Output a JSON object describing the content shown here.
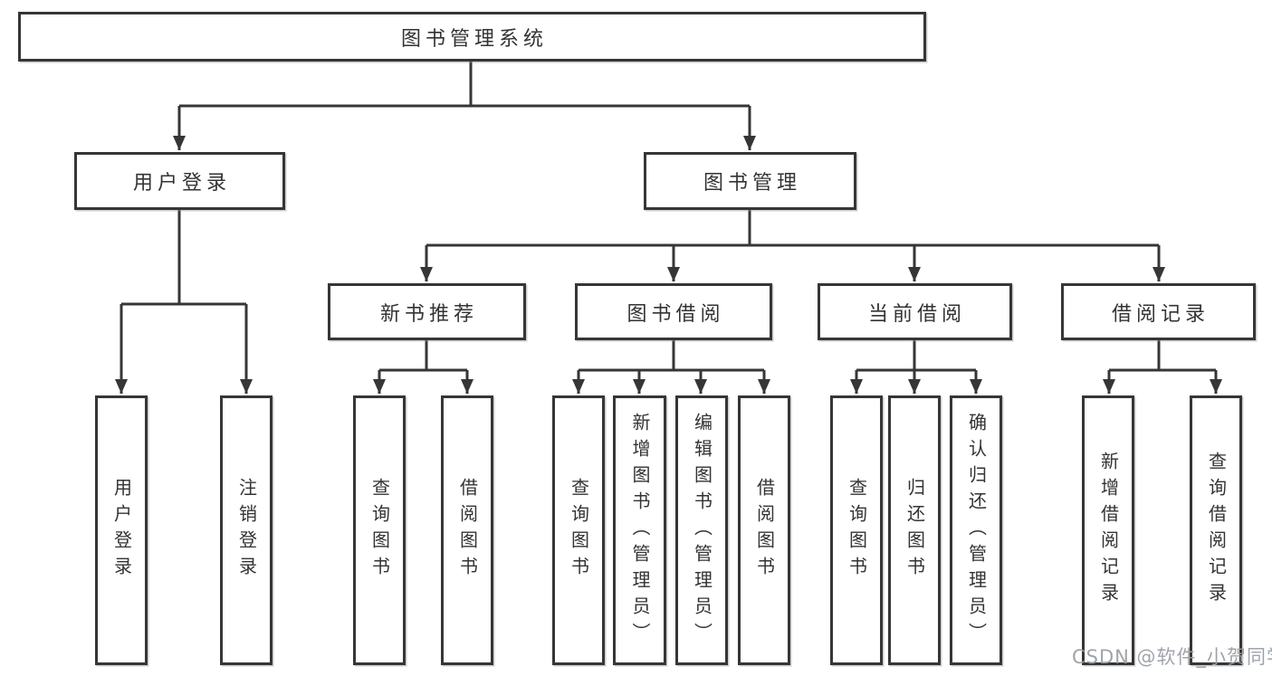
{
  "diagram": {
    "root": {
      "label": "图书管理系统"
    },
    "branches": [
      {
        "label": "用户登录",
        "children": [
          {
            "label": "用户登录"
          },
          {
            "label": "注销登录"
          }
        ]
      },
      {
        "label": "图书管理",
        "children": [
          {
            "label": "新书推荐",
            "children": [
              {
                "label": "查询图书"
              },
              {
                "label": "借阅图书"
              }
            ]
          },
          {
            "label": "图书借阅",
            "children": [
              {
                "label": "查询图书"
              },
              {
                "label": "新增图书（管理员）"
              },
              {
                "label": "编辑图书（管理员）"
              },
              {
                "label": "借阅图书"
              }
            ]
          },
          {
            "label": "当前借阅",
            "children": [
              {
                "label": "查询图书"
              },
              {
                "label": "归还图书"
              },
              {
                "label": "确认归还（管理员）"
              }
            ]
          },
          {
            "label": "借阅记录",
            "children": [
              {
                "label": "新增借阅记录"
              },
              {
                "label": "查询借阅记录"
              }
            ]
          }
        ]
      }
    ]
  },
  "watermark": {
    "text": "CSDN @软件_小贺同学"
  },
  "colors": {
    "line": "#363636",
    "box_border": "#363636",
    "text": "#333333",
    "watermark": "#9aa0a6",
    "background": "#ffffff"
  }
}
